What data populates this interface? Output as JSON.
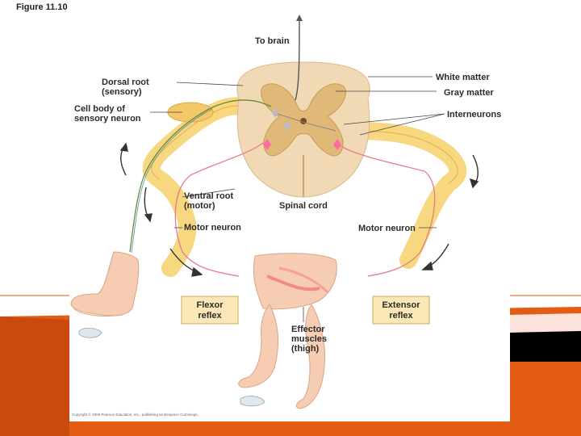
{
  "figure_title": "Figure 11.10",
  "labels": {
    "to_brain": "To brain",
    "dorsal_root": "Dorsal root",
    "dorsal_root_sub": "(sensory)",
    "cell_body": "Cell body of",
    "cell_body_sub": "sensory neuron",
    "white_matter": "White matter",
    "gray_matter": "Gray matter",
    "interneurons": "Interneurons",
    "ventral_root": "Ventral root",
    "ventral_root_sub": "(motor)",
    "spinal_cord": "Spinal cord",
    "motor_neuron_left": "Motor neuron",
    "motor_neuron_right": "Motor neuron",
    "flexor_reflex": "Flexor",
    "flexor_reflex_sub": "reflex",
    "extensor_reflex": "Extensor",
    "extensor_reflex_sub": "reflex",
    "effector": "Effector",
    "effector_sub1": "muscles",
    "effector_sub2": "(thigh)"
  },
  "credit": "Copyright © 2009 Pearson Education, Inc., publishing as Benjamin Cummings.",
  "colors": {
    "white_matter": "#f1d9b6",
    "gray_matter": "#e0b979",
    "nerve": "#f7d880",
    "label_box": "#fce8b6",
    "skin": "#f6cdb2",
    "accent_orange": "#e45c14",
    "accent_black": "#000000"
  }
}
